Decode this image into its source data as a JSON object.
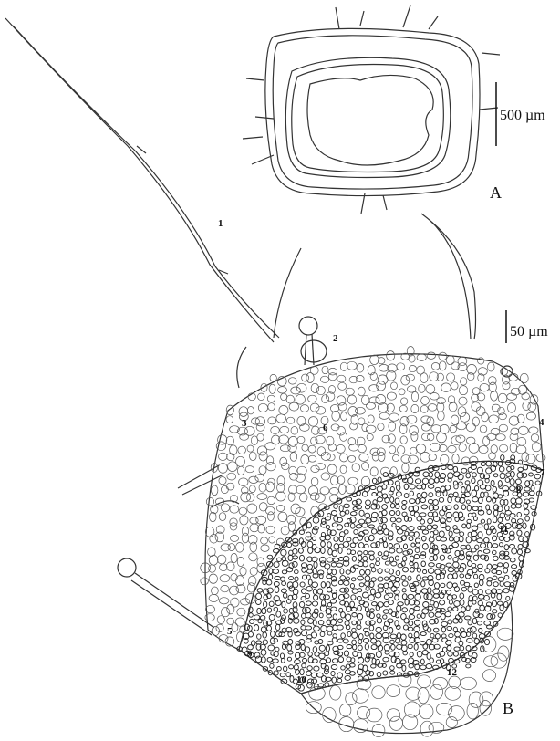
{
  "panels": {
    "a": "A",
    "b": "B"
  },
  "scale_bars": {
    "top": "500 µm",
    "bottom": "50 µm"
  },
  "labels": [
    "1",
    "2",
    "3",
    "4",
    "5",
    "6",
    "7",
    "8",
    "9",
    "10",
    "11",
    "12"
  ]
}
